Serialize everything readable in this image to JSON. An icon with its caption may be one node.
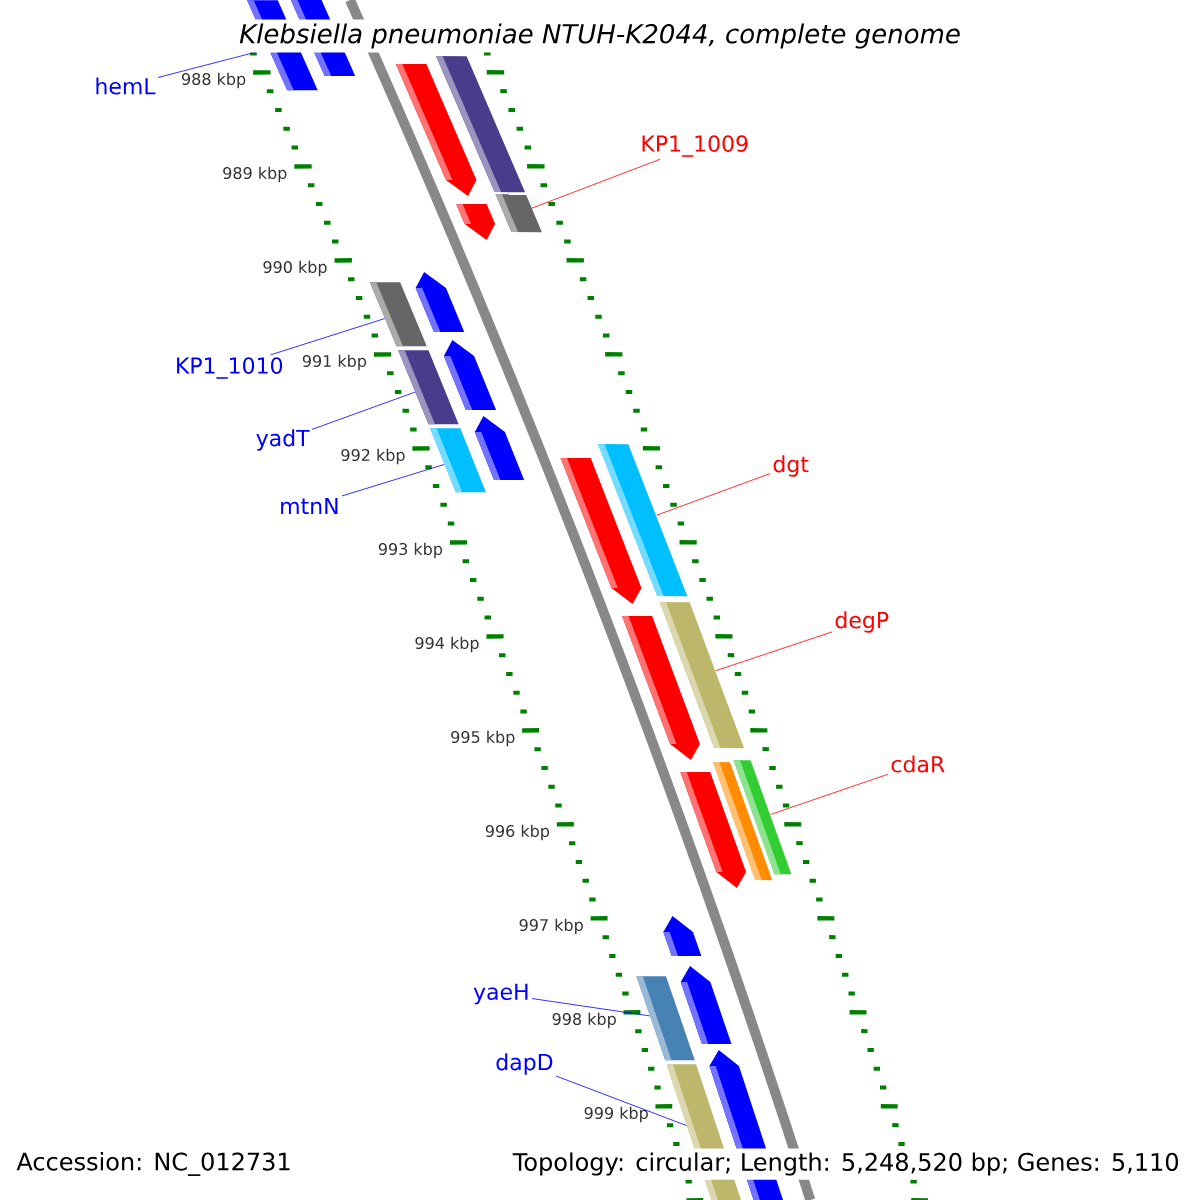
{
  "diagram": {
    "title": "Klebsiella pneumoniae NTUH-K2044, complete genome",
    "nodes": [
      {
        "text": [
          "hemL"
        ]
      },
      {
        "text": [
          "KP1_1009"
        ]
      },
      {
        "text": [
          "KP1_1010"
        ]
      },
      {
        "text": [
          "yadT"
        ]
      },
      {
        "text": [
          "mtnN"
        ]
      },
      {
        "text": [
          "dgt"
        ]
      },
      {
        "text": [
          "degP"
        ]
      },
      {
        "text": [
          "cdaR"
        ]
      },
      {
        "text": [
          "yaeH"
        ]
      },
      {
        "text": [
          "dapD"
        ]
      },
      {
        "text": [],
        "shape": "bar"
      },
      {
        "text": [],
        "shape": "bar"
      },
      {
        "text": [],
        "shape": "bar"
      },
      {
        "text": [],
        "shape": "bar"
      },
      {
        "text": [],
        "shape": "bar"
      },
      {
        "text": [],
        "shape": "bar"
      },
      {
        "text": [],
        "shape": "bar"
      },
      {
        "text": [],
        "shape": "bar"
      },
      {
        "text": [],
        "shape": "bar"
      },
      {
        "text": [],
        "shape": "bar"
      }
    ],
    "edges": [
      {
        "from": 0,
        "to": 10,
        "arrow": "none"
      },
      {
        "from": 1,
        "to": 11,
        "arrow": "none",
        "color": "#ff0000"
      },
      {
        "from": 2,
        "to": 12,
        "arrow": "none"
      },
      {
        "from": 3,
        "to": 13,
        "arrow": "none"
      },
      {
        "from": 4,
        "to": 14,
        "arrow": "none"
      },
      {
        "from": 5,
        "to": 15,
        "arrow": "none",
        "color": "#ff0000"
      },
      {
        "from": 6,
        "to": 16,
        "arrow": "none",
        "color": "#ff0000"
      },
      {
        "from": 7,
        "to": 17,
        "arrow": "none",
        "color": "#ff0000"
      },
      {
        "from": 8,
        "to": 18,
        "arrow": "none"
      },
      {
        "from": 9,
        "to": 19,
        "arrow": "none"
      }
    ],
    "labels": [
      "988 kbp",
      "989 kbp",
      "990 kbp",
      "991 kbp",
      "992 kbp",
      "993 kbp",
      "994 kbp",
      "995 kbp",
      "996 kbp",
      "997 kbp",
      "998 kbp",
      "999 kbp",
      "Accession: NC_012731",
      "Topology: circular; Length: 5,248,520 bp; Genes: 5,110"
    ]
  }
}
